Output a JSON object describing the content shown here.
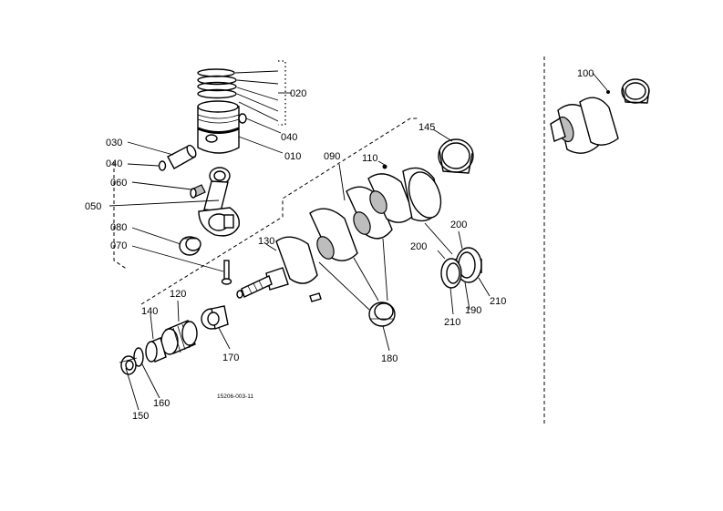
{
  "diagram": {
    "drawing_number": "15206-003-11",
    "parts": [
      {
        "id": "p010",
        "number": "010"
      },
      {
        "id": "p020",
        "number": "020"
      },
      {
        "id": "p030",
        "number": "030"
      },
      {
        "id": "p040a",
        "number": "040"
      },
      {
        "id": "p040b",
        "number": "040"
      },
      {
        "id": "p050",
        "number": "050"
      },
      {
        "id": "p060",
        "number": "060"
      },
      {
        "id": "p070",
        "number": "070"
      },
      {
        "id": "p080",
        "number": "080"
      },
      {
        "id": "p090",
        "number": "090"
      },
      {
        "id": "p100",
        "number": "100"
      },
      {
        "id": "p110",
        "number": "110"
      },
      {
        "id": "p120",
        "number": "120"
      },
      {
        "id": "p130",
        "number": "130"
      },
      {
        "id": "p140",
        "number": "140"
      },
      {
        "id": "p145",
        "number": "145"
      },
      {
        "id": "p150",
        "number": "150"
      },
      {
        "id": "p160",
        "number": "160"
      },
      {
        "id": "p170",
        "number": "170"
      },
      {
        "id": "p180",
        "number": "180"
      },
      {
        "id": "p190",
        "number": "190"
      },
      {
        "id": "p200a",
        "number": "200"
      },
      {
        "id": "p200b",
        "number": "200"
      },
      {
        "id": "p210a",
        "number": "210"
      },
      {
        "id": "p210b",
        "number": "210"
      }
    ]
  }
}
